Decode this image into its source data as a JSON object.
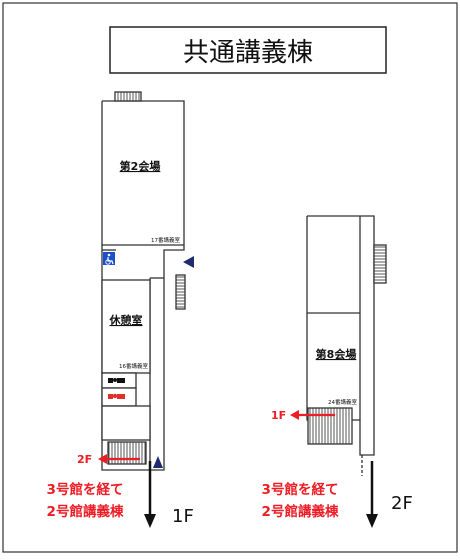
{
  "title": "共通講義棟",
  "rooms": {
    "hall2": "第2会場",
    "room17": "17番講義室",
    "lounge": "休憩室",
    "room16": "16番講義室",
    "hall8": "第8会場",
    "room24": "24番講義室"
  },
  "markers": {
    "to_2f": "2F",
    "to_1f": "1F"
  },
  "directions": {
    "line1": "3号館を経て",
    "line2": "2号館講義棟"
  },
  "floors": {
    "first": "1F",
    "second": "2F"
  },
  "icons": {
    "accessible": "wheelchair-icon",
    "men": "mens-restroom-icon",
    "women": "womens-restroom-icon",
    "entrance": "entrance-triangle-icon"
  },
  "colors": {
    "arrow_red": "#ee1c24",
    "arrow_black": "#111111",
    "accessible_blue": "#1c4fc9",
    "entrance_navy": "#1f2b6d",
    "stairs_gray": "#555555"
  }
}
